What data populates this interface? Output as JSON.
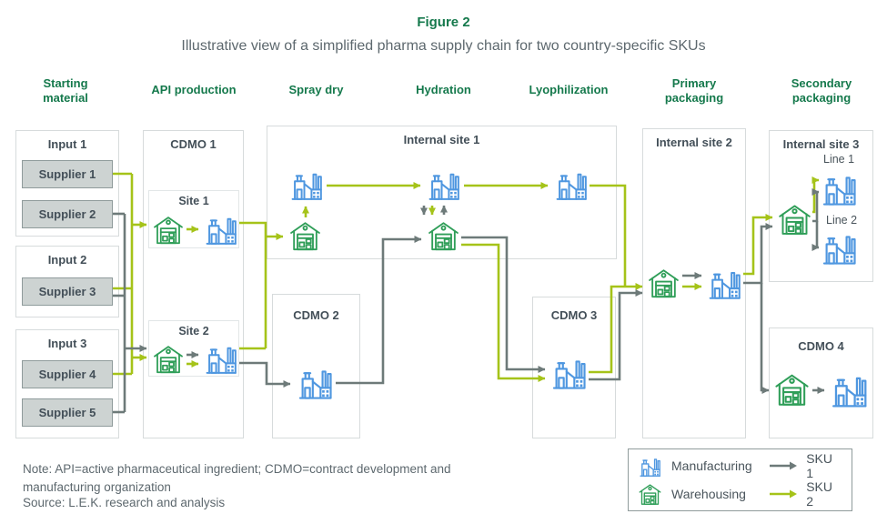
{
  "title": "Figure 2",
  "subtitle": "Illustrative view of a simplified pharma supply chain for two country-specific SKUs",
  "stage_headers": [
    "Starting material",
    "API production",
    "Spray dry",
    "Hydration",
    "Lyophilization",
    "Primary packaging",
    "Secondary packaging"
  ],
  "groups": {
    "input1": {
      "label": "Input 1",
      "suppliers": [
        "Supplier 1",
        "Supplier 2"
      ]
    },
    "input2": {
      "label": "Input 2",
      "suppliers": [
        "Supplier 3"
      ]
    },
    "input3": {
      "label": "Input 3",
      "suppliers": [
        "Supplier 4",
        "Supplier 5"
      ]
    },
    "cdmo1": {
      "label": "CDMO 1",
      "site1": "Site 1",
      "site2": "Site 2"
    },
    "internal_site_1": {
      "label": "Internal site 1"
    },
    "cdmo2": {
      "label": "CDMO 2"
    },
    "cdmo3": {
      "label": "CDMO 3"
    },
    "internal_site_2": {
      "label": "Internal site 2"
    },
    "internal_site_3": {
      "label": "Internal site 3",
      "line1": "Line 1",
      "line2": "Line 2"
    },
    "cdmo4": {
      "label": "CDMO 4"
    }
  },
  "legend": {
    "manufacturing": "Manufacturing",
    "warehousing": "Warehousing",
    "sku1": "SKU 1",
    "sku2": "SKU 2"
  },
  "notes": {
    "note": "Note: API=active pharmaceutical ingredient; CDMO=contract development and manufacturing organization",
    "source": "Source: L.E.K. research and analysis"
  },
  "colors": {
    "accent_green": "#15794c",
    "sku1_arrow_gray": "#6d7a79",
    "sku2_arrow_green": "#a5c319",
    "manufacturing_blue": "#4f97e0",
    "warehousing_green": "#2f9e58"
  },
  "icons": {
    "manufacturing": "factory-icon",
    "warehousing": "warehouse-icon",
    "sku1": "gray-arrow-icon",
    "sku2": "green-arrow-icon"
  }
}
